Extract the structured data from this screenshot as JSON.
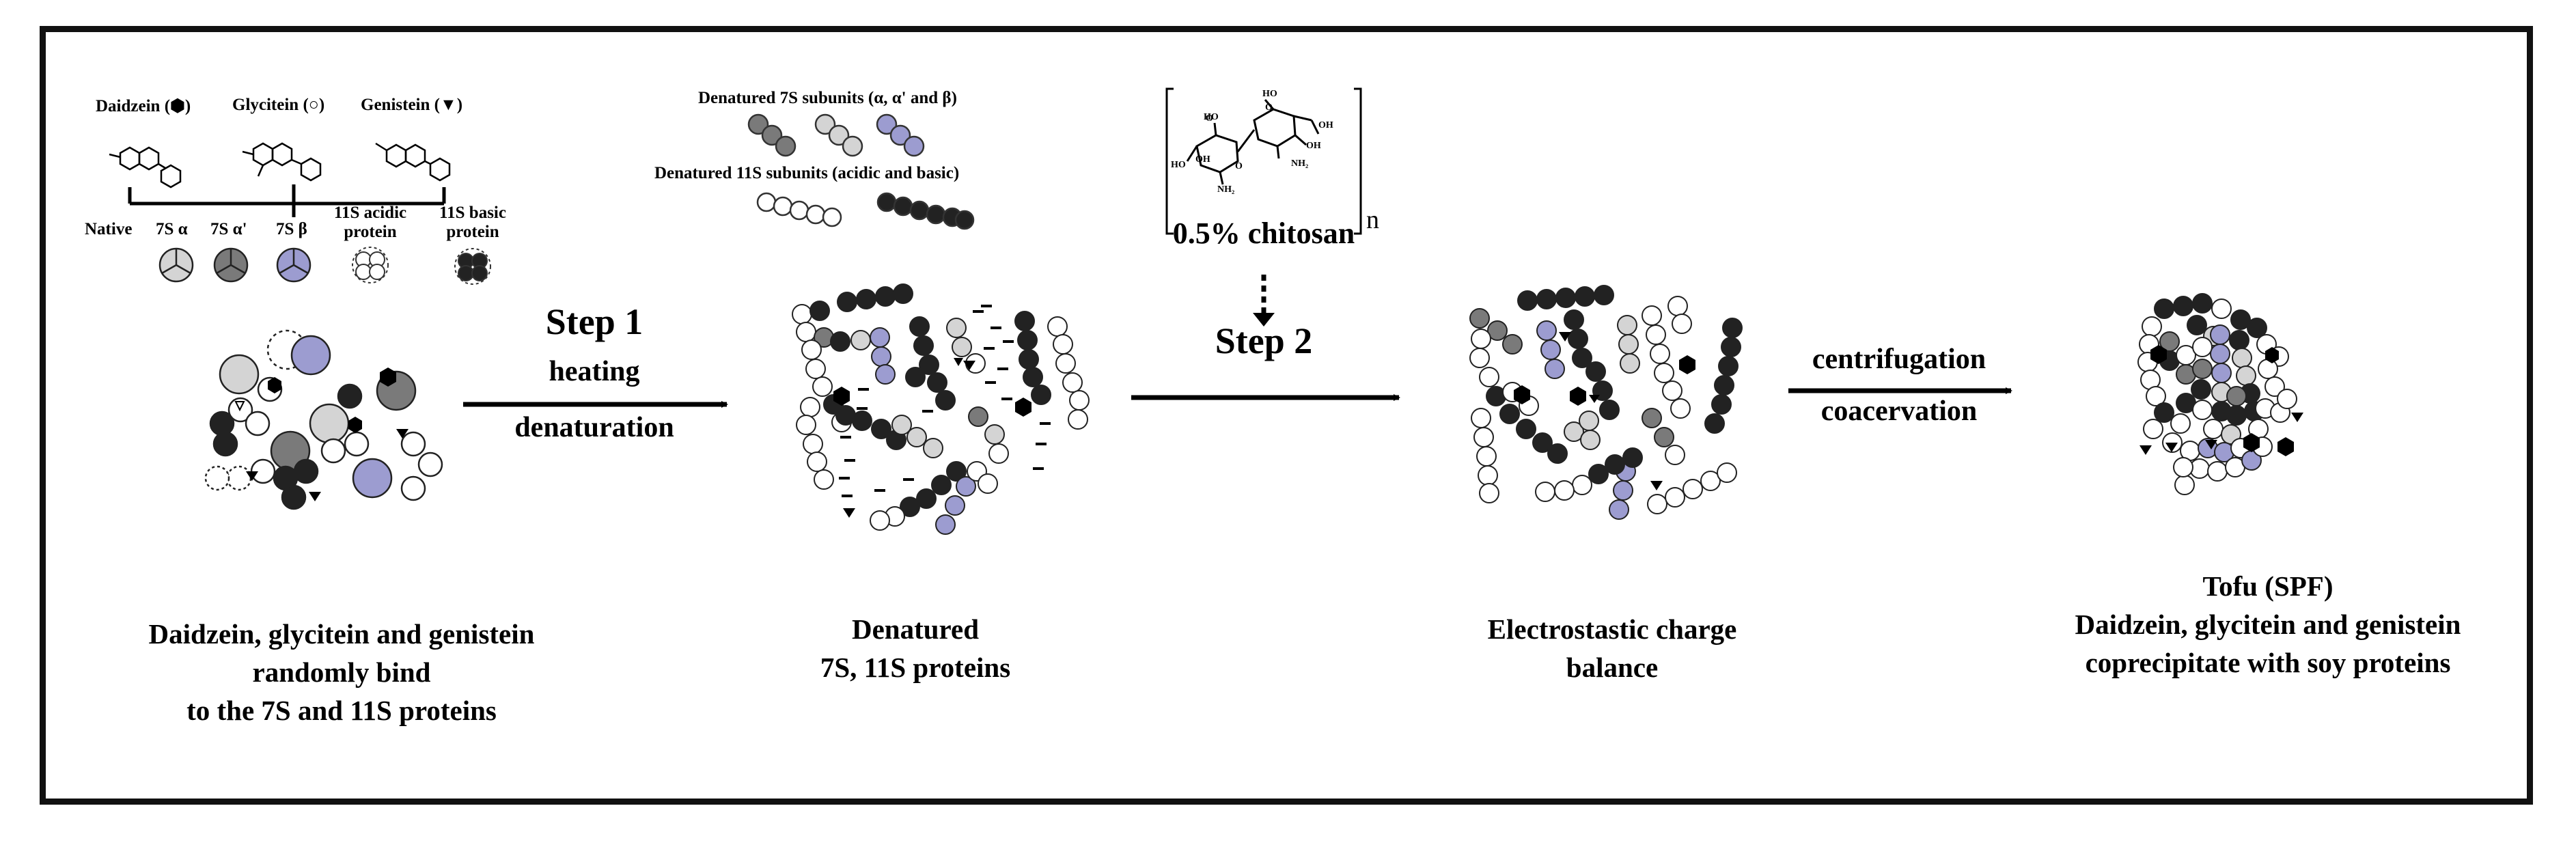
{
  "legend": {
    "daidzein": "Daidzein (⬢)",
    "glycitein": "Glycitein (○)",
    "genistein": "Genistein (▼)",
    "native": "Native",
    "s7a": "7S α",
    "s7ap": "7S α'",
    "s7b": "7S β",
    "s11acidic_1": "11S acidic",
    "s11acidic_2": "protein",
    "s11basic_1": "11S basic",
    "s11basic_2": "protein"
  },
  "denatured": {
    "s7_label": "Denatured 7S subunits (α, α' and β)",
    "s11_label": "Denatured 11S subunits (acidic and basic)"
  },
  "chitosan": {
    "n_label": "n",
    "label": "0.5% chitosan",
    "mol": {
      "ho1": "HO",
      "oh1": "OH",
      "ho2": "HO",
      "nh2a": "NH₂",
      "oh2": "OH",
      "oh3": "OH",
      "nh2b": "NH₂",
      "o1": "O",
      "o2": "O",
      "o3": "O",
      "ho3": "HO"
    }
  },
  "steps": {
    "step1_title": "Step 1",
    "step1_top": "heating",
    "step1_bottom": "denaturation",
    "step2_title": "Step 2",
    "step3_top": "centrifugation",
    "step3_bottom": "coacervation"
  },
  "captions": {
    "c1_line1": "Daidzein, glycitein and genistein",
    "c1_line2": "randomly bind",
    "c1_line3": "to the 7S and 11S proteins",
    "c2_line1": "Denatured",
    "c2_line2": "7S, 11S proteins",
    "c3_line1": "Electrostastic charge",
    "c3_line2": "balance",
    "c4_line1": "Tofu (SPF)",
    "c4_line2": "Daidzein, glycitein and genistein",
    "c4_line3": "coprecipitate with soy proteins"
  },
  "colors": {
    "light_gray": "#d4d4d4",
    "dark_gray": "#7a7a7a",
    "lavender": "#9c9cd0",
    "black_bead": "#222222",
    "white_bead": "#ffffff",
    "frame": "#111111"
  }
}
